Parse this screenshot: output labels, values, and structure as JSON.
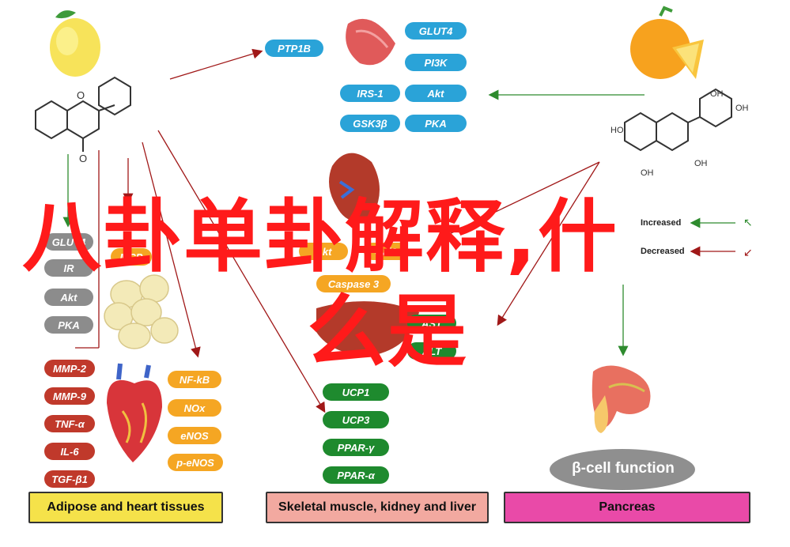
{
  "overlay": {
    "line1": "八卦单卦解释,什",
    "line2": "么是"
  },
  "top_center_pills": [
    "PTP1B",
    "GLUT4",
    "PI3K",
    "IRS-1",
    "Akt",
    "GSK3β",
    "PKA"
  ],
  "left_pills_gray": [
    "GLUT4",
    "IR",
    "Akt",
    "PKA"
  ],
  "left_pills_red": [
    "MMP-2",
    "MMP-9",
    "TNF-α",
    "IL-6",
    "TGF-β1"
  ],
  "mid_orange_pills": [
    "NF-kB",
    "NOx",
    "eNOS",
    "p-eNOS"
  ],
  "green_pills": [
    "UCP1",
    "UCP3",
    "PPAR-γ",
    "PPAR-α"
  ],
  "center_pills": [
    "Caspase 3",
    "AST",
    "ALT",
    "Gal3",
    "Akt"
  ],
  "partial_left_pills": [
    "MCP"
  ],
  "right_labels": {
    "increased": "Increased",
    "decreased": "Decreased"
  },
  "beta_cell": "β-cell function",
  "footer": {
    "left": "Adipose and heart tissues",
    "center": "Skeletal muscle, kidney and liver",
    "right": "Pancreas"
  },
  "colors": {
    "blue_pill": "#2aa3d8",
    "gray_pill": "#8c8c8c",
    "red_pill": "#c0392b",
    "orange_pill": "#f5a623",
    "green_pill": "#1e8a2e",
    "footer_left": "#f5e24a",
    "footer_center": "#f2a9a0",
    "footer_right": "#e94aa8",
    "overlay_text": "#ff1a1a"
  }
}
